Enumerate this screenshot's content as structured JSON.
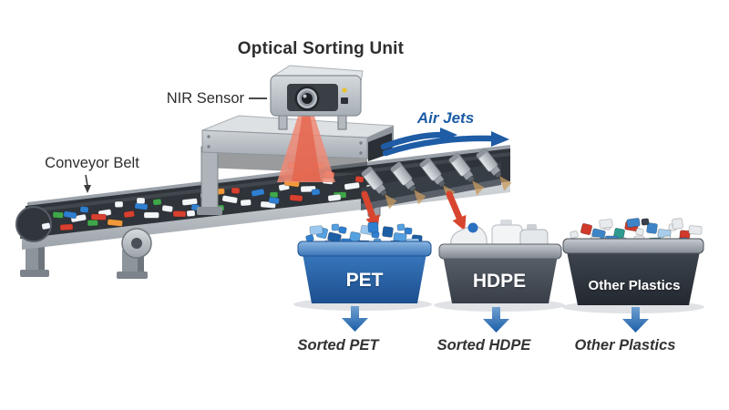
{
  "diagram": {
    "title": "Optical Sorting Unit",
    "labels": {
      "nir_sensor": "NIR Sensor",
      "conveyor_belt": "Conveyor Belt",
      "air_jets": "Air Jets"
    },
    "bins": [
      {
        "label": "PET",
        "caption": "Sorted PET"
      },
      {
        "label": "HDPE",
        "caption": "Sorted HDPE"
      },
      {
        "label": "Other Plastics",
        "caption": "Other Plastics"
      }
    ],
    "colors": {
      "air_jet_blue": "#1e5ca6",
      "diverter_red": "#d8452f",
      "beam_red": "#ef8a75",
      "pet_bin": "#2d6cb5",
      "hdpe_bin": "#4d545e",
      "other_bin": "#343a43",
      "label_text": "#2e2e2e"
    }
  }
}
